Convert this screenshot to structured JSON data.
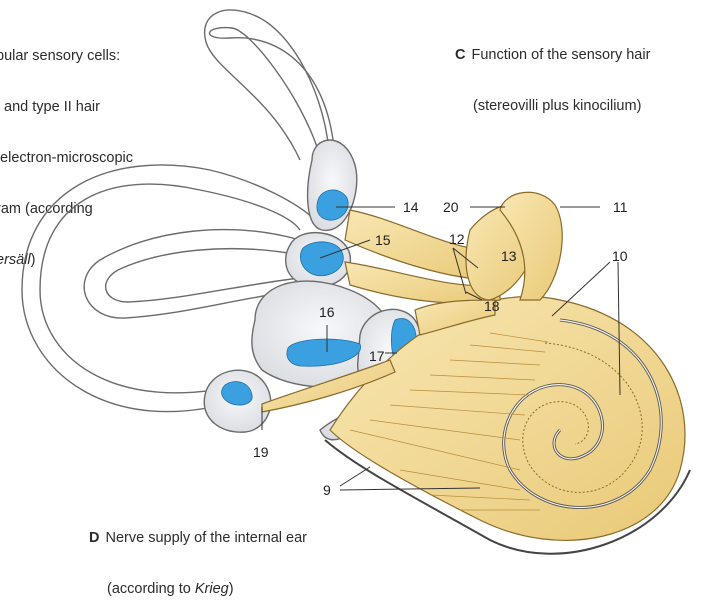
{
  "caption_a": {
    "lines": [
      "bular sensory cells:",
      "I and type II hair",
      " electron-microscopic",
      "ram (according"
    ],
    "last_plain": "",
    "last_italic": "ersäll",
    "last_after": ")"
  },
  "caption_c": {
    "letter": "C",
    "line1": "Function of the sensory hair",
    "line2": "(stereovilli plus kinocilium)"
  },
  "caption_d": {
    "letter": "D",
    "line1": "Nerve supply of the internal ear",
    "line2_pre": "(according to ",
    "line2_italic": "Krieg",
    "line2_post": ")"
  },
  "labels": {
    "l9": "9",
    "l10": "10",
    "l11": "11",
    "l12": "12",
    "l13": "13",
    "l14": "14",
    "l15": "15",
    "l16": "16",
    "l17": "17",
    "l18": "18",
    "l19": "19",
    "l20": "20"
  },
  "colors": {
    "labyrinth_fill": "#e6e8ec",
    "labyrinth_stroke": "#6b6b6b",
    "nerve_fill": "#f3dd9c",
    "nerve_stroke": "#8a6a2a",
    "sensory_epithelium": "#3aa0df"
  }
}
